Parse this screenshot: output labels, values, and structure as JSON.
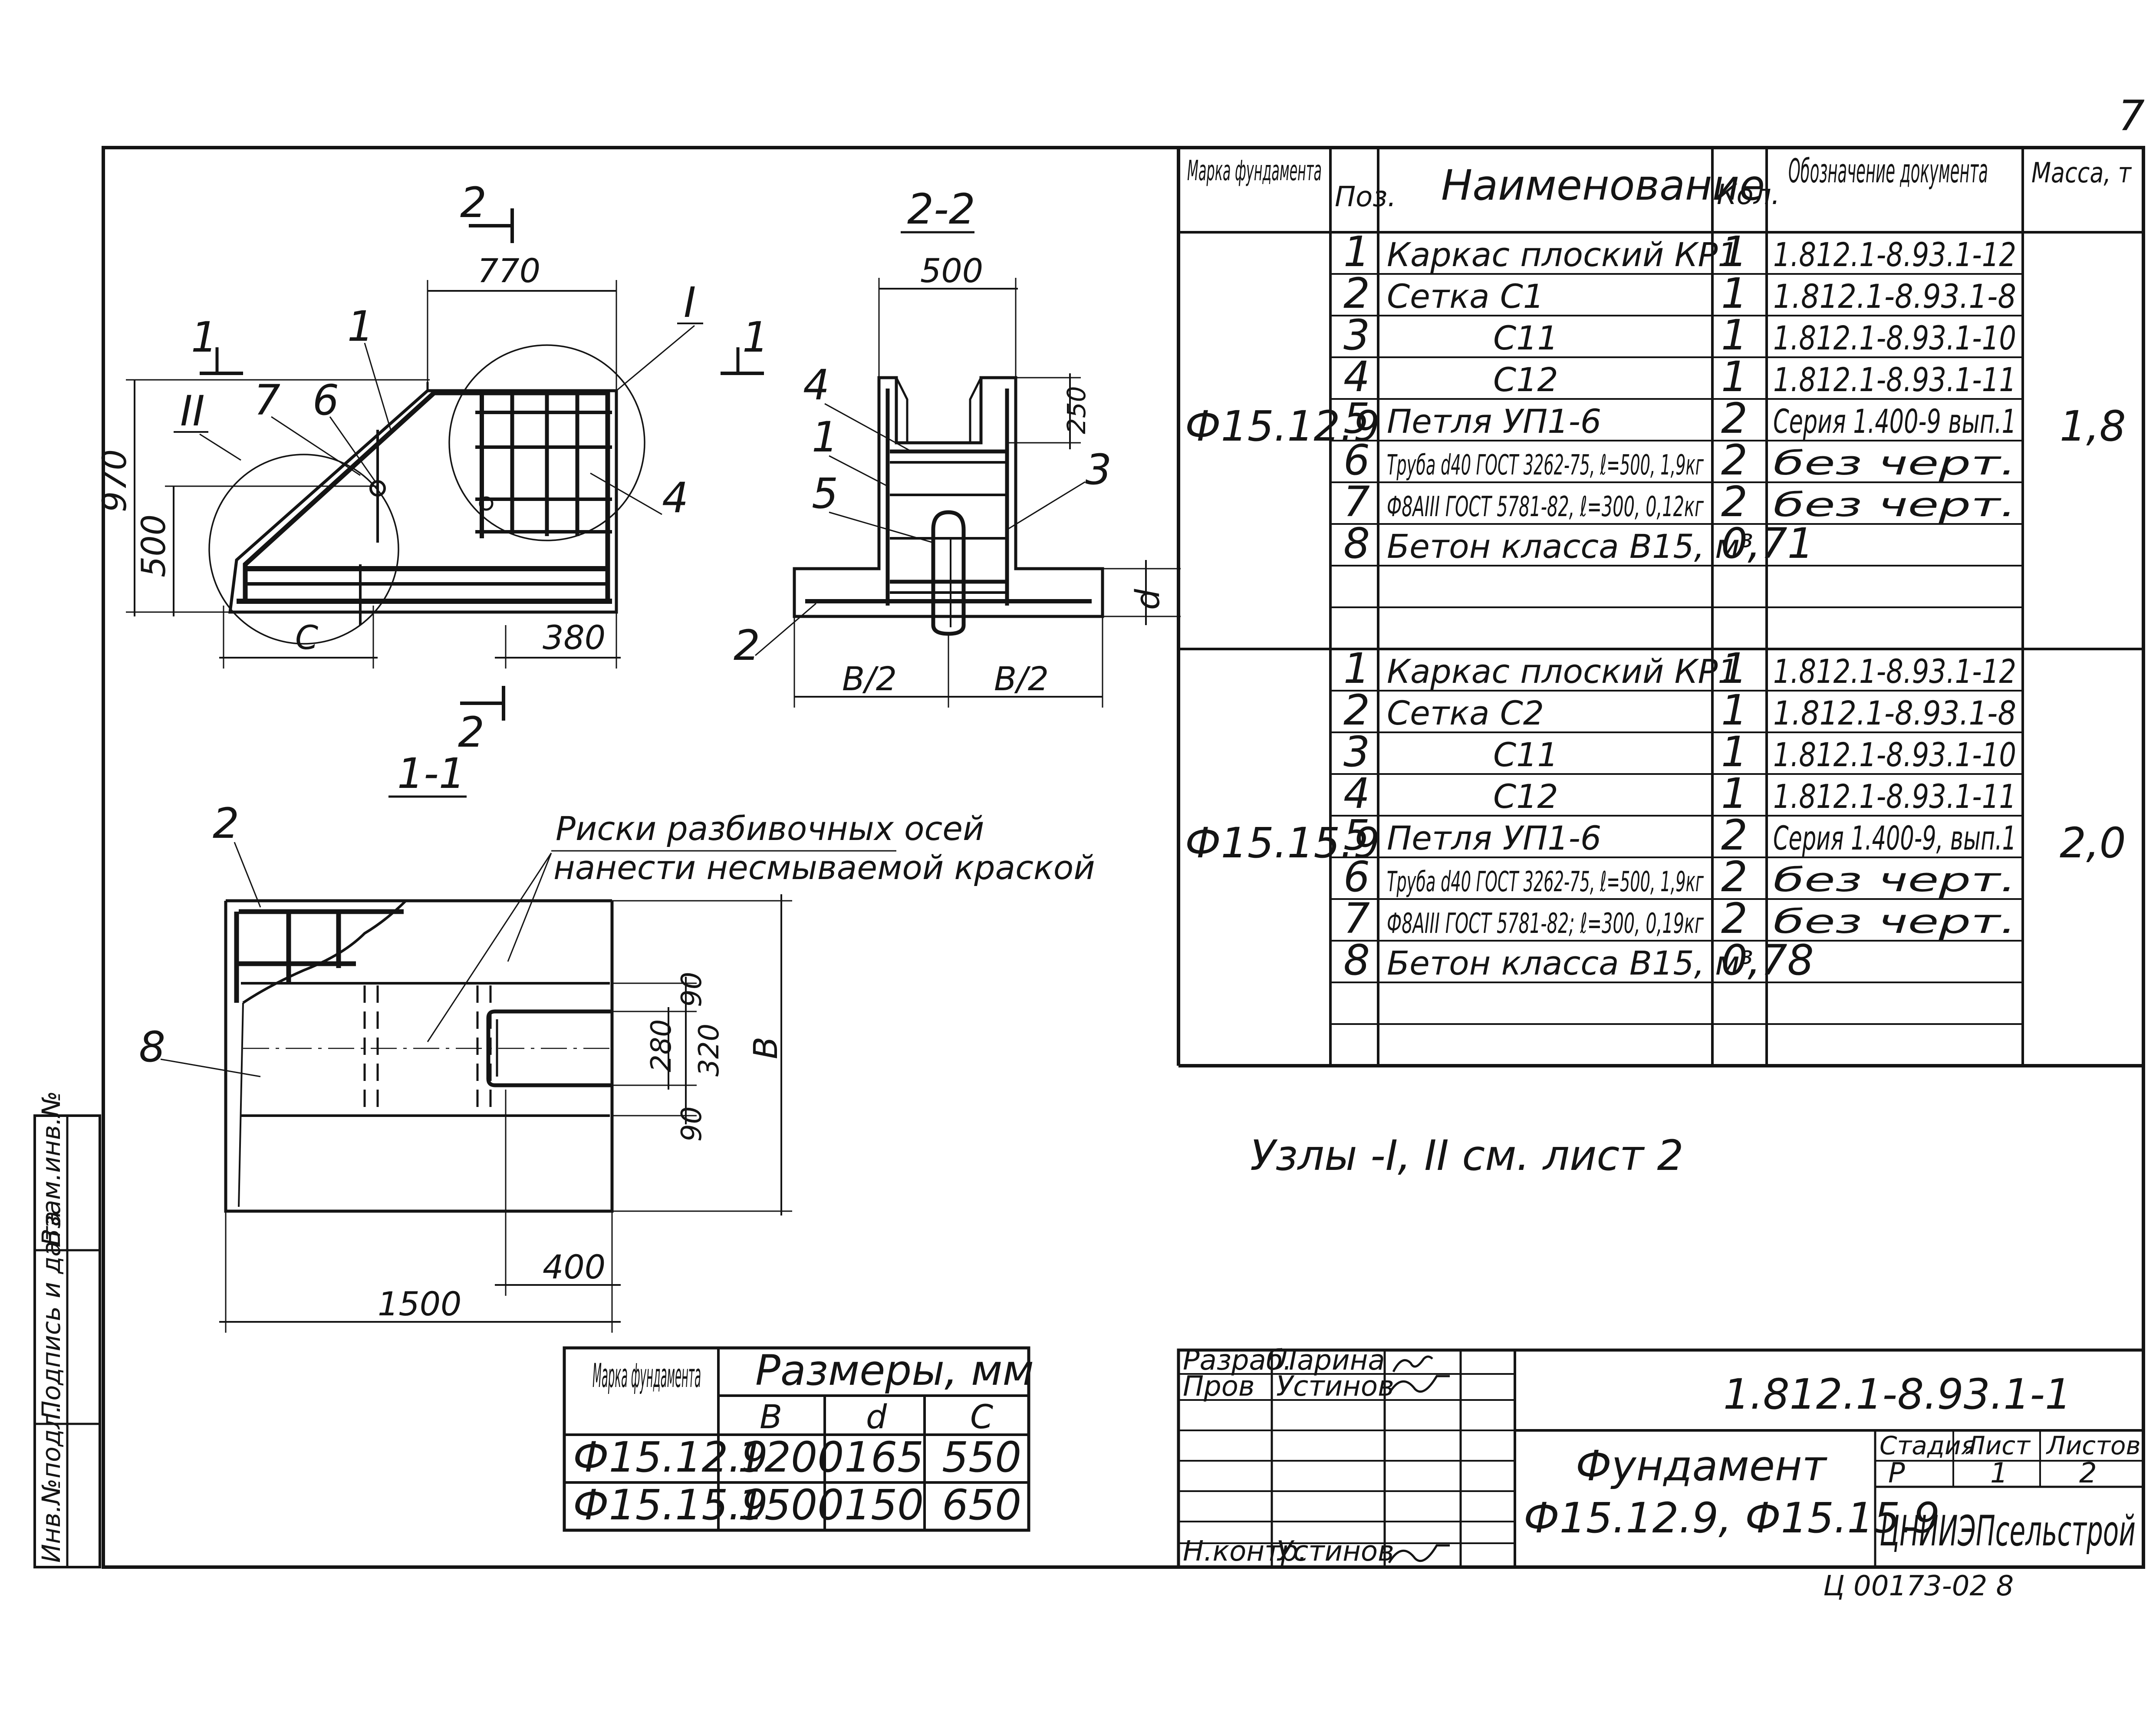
{
  "page_number": "7",
  "section_views": {
    "view_1_1": "1-1",
    "view_2_2": "2-2",
    "cut_labels": [
      "2",
      "2",
      "1",
      "1"
    ],
    "node_labels": [
      "I",
      "II"
    ]
  },
  "view_1_1_dims": [
    "770",
    "970",
    "500",
    "C",
    "380"
  ],
  "view_2_2_dims": [
    "500",
    "250",
    "d",
    "B/2",
    "B/2"
  ],
  "plan_dims": [
    "90",
    "280",
    "320",
    "90",
    "B",
    "400",
    "1500"
  ],
  "position_labels": {
    "front": [
      "1",
      "7",
      "6",
      "4"
    ],
    "section": [
      "4",
      "1",
      "5",
      "3",
      "2"
    ],
    "plan": [
      "2",
      "8"
    ]
  },
  "plan_note": [
    "Риски разбивочных осей",
    "нанести несмываемой краской"
  ],
  "nodes_note": "Узлы -I, II см. лист 2",
  "spec_table": {
    "headers": [
      "Марка фундамента",
      "Поз.",
      "Наименование",
      "Кол.",
      "Обозначение документа",
      "Масса, т"
    ],
    "groups": [
      {
        "mark": "Ф15.12.9",
        "mass": "1,8",
        "rows": [
          [
            "1",
            "Каркас плоский КР1",
            "1",
            "1.812.1-8.93.1-12"
          ],
          [
            "2",
            "Сетка С1",
            "1",
            "1.812.1-8.93.1-8"
          ],
          [
            "3",
            "С11",
            "1",
            "1.812.1-8.93.1-10"
          ],
          [
            "4",
            "С12",
            "1",
            "1.812.1-8.93.1-11"
          ],
          [
            "5",
            "Петля УП1-6",
            "2",
            "Серия 1.400-9 вып.1"
          ],
          [
            "6",
            "Труба d40 ГОСТ 3262-75, ℓ=500, 1,9кг",
            "2",
            "без черт."
          ],
          [
            "7",
            "Ф8АIII ГОСТ 5781-82, ℓ=300, 0,12кг",
            "2",
            "без черт."
          ],
          [
            "8",
            "Бетон класса В15, м³",
            "0,71",
            ""
          ]
        ]
      },
      {
        "mark": "Ф15.15.9",
        "mass": "2,0",
        "rows": [
          [
            "1",
            "Каркас плоский КР1",
            "1",
            "1.812.1-8.93.1-12"
          ],
          [
            "2",
            "Сетка С2",
            "1",
            "1.812.1-8.93.1-8"
          ],
          [
            "3",
            "С11",
            "1",
            "1.812.1-8.93.1-10"
          ],
          [
            "4",
            "С12",
            "1",
            "1.812.1-8.93.1-11"
          ],
          [
            "5",
            "Петля УП1-6",
            "2",
            "Серия 1.400-9, вып.1"
          ],
          [
            "6",
            "Труба d40 ГОСТ 3262-75, ℓ=500, 1,9кг",
            "2",
            "без черт."
          ],
          [
            "7",
            "Ф8АIII ГОСТ 5781-82; ℓ=300, 0,19кг",
            "2",
            "без черт."
          ],
          [
            "8",
            "Бетон класса В15, м³",
            "0,78",
            ""
          ]
        ]
      }
    ]
  },
  "dims_table": {
    "title_col": "Марка фундамента",
    "title_group": "Размеры, мм",
    "sub_headers": [
      "В",
      "d",
      "С"
    ],
    "rows": [
      [
        "Ф15.12.9",
        "1200",
        "165",
        "550"
      ],
      [
        "Ф15.15.9",
        "1500",
        "150",
        "650"
      ]
    ]
  },
  "title_block": {
    "roles": [
      {
        "role": "Разраб.",
        "name": "Ларина"
      },
      {
        "role": "Пров",
        "name": "Устинов"
      },
      {
        "role": "Н.контр.",
        "name": "Устинов"
      }
    ],
    "doc_code": "1.812.1-8.93.1-1",
    "product": "Фундамент",
    "product_marks": "Ф15.12.9,  Ф15.15.9",
    "stage_header": "Стадия",
    "sheet_header": "Лист",
    "sheets_header": "Листов",
    "stage": "Р",
    "sheet": "1",
    "sheets": "2",
    "org": "ЦНИИЭПсельстрой"
  },
  "side_stamp": [
    "Инв.№подл.",
    "Подпись и дата",
    "Взам.инв.№"
  ],
  "bottom_code": "Ц 00173-02   8"
}
